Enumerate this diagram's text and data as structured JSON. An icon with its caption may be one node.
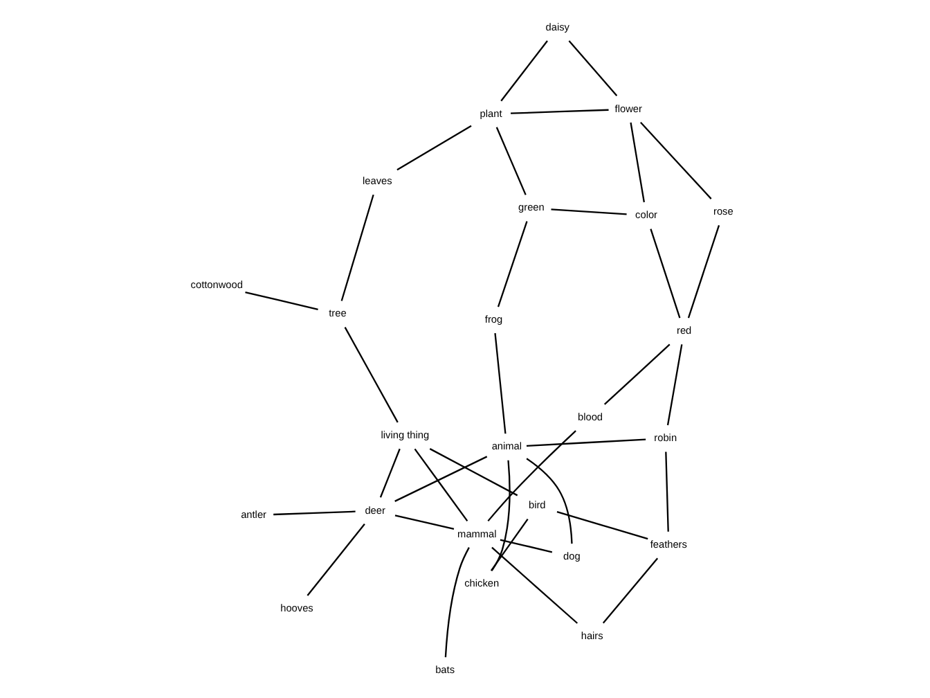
{
  "diagram": {
    "nodes": [
      {
        "text": [
          "bats"
        ]
      },
      {
        "text": [
          "hairs"
        ]
      },
      {
        "text": [
          "feathers"
        ]
      },
      {
        "text": [
          "mammal"
        ]
      },
      {
        "text": [
          "bird"
        ]
      },
      {
        "text": [
          "antler"
        ]
      },
      {
        "text": [
          "chicken"
        ]
      },
      {
        "text": [
          "robin"
        ]
      },
      {
        "text": [
          "deer"
        ]
      },
      {
        "text": [
          "dog"
        ]
      },
      {
        "text": [
          "hooves"
        ]
      },
      {
        "text": [
          "red"
        ]
      },
      {
        "text": [
          "blood"
        ]
      },
      {
        "text": [
          "animal"
        ]
      },
      {
        "text": [
          "living thing"
        ]
      },
      {
        "text": [
          "rose"
        ]
      },
      {
        "text": [
          "color"
        ]
      },
      {
        "text": [
          "frog"
        ]
      },
      {
        "text": [
          "green"
        ]
      },
      {
        "text": [
          "tree"
        ]
      },
      {
        "text": [
          "flower"
        ]
      },
      {
        "text": [
          "leaves"
        ]
      },
      {
        "text": [
          "plant"
        ]
      },
      {
        "text": [
          "cottonwood"
        ]
      },
      {
        "text": [
          "daisy"
        ]
      }
    ],
    "edges": [
      {
        "from": 0,
        "to": 3,
        "arrow": "none"
      },
      {
        "from": 1,
        "to": 3,
        "arrow": "none"
      },
      {
        "from": 1,
        "to": 2,
        "arrow": "none"
      },
      {
        "from": 2,
        "to": 4,
        "arrow": "none"
      },
      {
        "from": 2,
        "to": 7,
        "arrow": "none"
      },
      {
        "from": 3,
        "to": 8,
        "arrow": "none"
      },
      {
        "from": 3,
        "to": 9,
        "arrow": "none"
      },
      {
        "from": 3,
        "to": 14,
        "arrow": "none"
      },
      {
        "from": 3,
        "to": 12,
        "arrow": "none"
      },
      {
        "from": 4,
        "to": 6,
        "arrow": "none"
      },
      {
        "from": 4,
        "to": 14,
        "arrow": "none"
      },
      {
        "from": 5,
        "to": 8,
        "arrow": "none"
      },
      {
        "from": 8,
        "to": 10,
        "arrow": "none"
      },
      {
        "from": 8,
        "to": 14,
        "arrow": "none"
      },
      {
        "from": 8,
        "to": 13,
        "arrow": "none"
      },
      {
        "from": 9,
        "to": 13,
        "arrow": "none"
      },
      {
        "from": 6,
        "to": 13,
        "arrow": "none"
      },
      {
        "from": 7,
        "to": 13,
        "arrow": "none"
      },
      {
        "from": 7,
        "to": 11,
        "arrow": "none"
      },
      {
        "from": 11,
        "to": 12,
        "arrow": "none"
      },
      {
        "from": 11,
        "to": 16,
        "arrow": "none"
      },
      {
        "from": 11,
        "to": 15,
        "arrow": "none"
      },
      {
        "from": 13,
        "to": 17,
        "arrow": "none"
      },
      {
        "from": 17,
        "to": 18,
        "arrow": "none"
      },
      {
        "from": 18,
        "to": 16,
        "arrow": "none"
      },
      {
        "from": 18,
        "to": 22,
        "arrow": "none"
      },
      {
        "from": 16,
        "to": 20,
        "arrow": "none"
      },
      {
        "from": 15,
        "to": 20,
        "arrow": "none"
      },
      {
        "from": 14,
        "to": 19,
        "arrow": "none"
      },
      {
        "from": 19,
        "to": 21,
        "arrow": "none"
      },
      {
        "from": 19,
        "to": 23,
        "arrow": "none"
      },
      {
        "from": 21,
        "to": 22,
        "arrow": "none"
      },
      {
        "from": 22,
        "to": 20,
        "arrow": "none"
      },
      {
        "from": 22,
        "to": 24,
        "arrow": "none"
      },
      {
        "from": 20,
        "to": 24,
        "arrow": "none"
      }
    ]
  }
}
